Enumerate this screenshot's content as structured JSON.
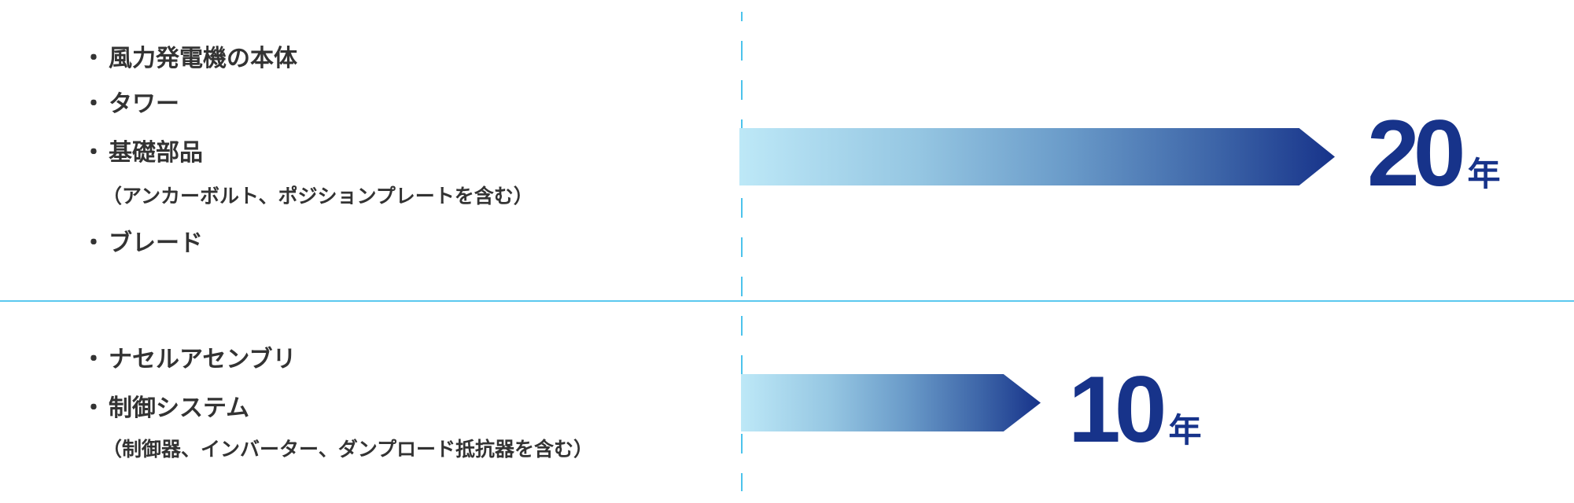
{
  "colors": {
    "text": "#333333",
    "accent_navy": "#17338a",
    "divider": "#5bc8ef",
    "dash_line": "#4cc3ec",
    "gradient_start": "#bde8f7",
    "gradient_end": "#17338a"
  },
  "bullet": "・",
  "sections": [
    {
      "items": [
        {
          "label": "風力発電機の本体"
        },
        {
          "label": "タワー"
        },
        {
          "label": "基礎部品",
          "note": "（アンカーボルト、ポジションプレートを含む）"
        },
        {
          "label": "ブレード"
        }
      ],
      "duration": {
        "value": "20",
        "unit": "年"
      }
    },
    {
      "items": [
        {
          "label": "ナセルアセンブリ"
        },
        {
          "label": "制御システム",
          "note": "（制御器、インバーター、ダンプロード抵抗器を含む）"
        }
      ],
      "duration": {
        "value": "10",
        "unit": "年"
      }
    }
  ]
}
